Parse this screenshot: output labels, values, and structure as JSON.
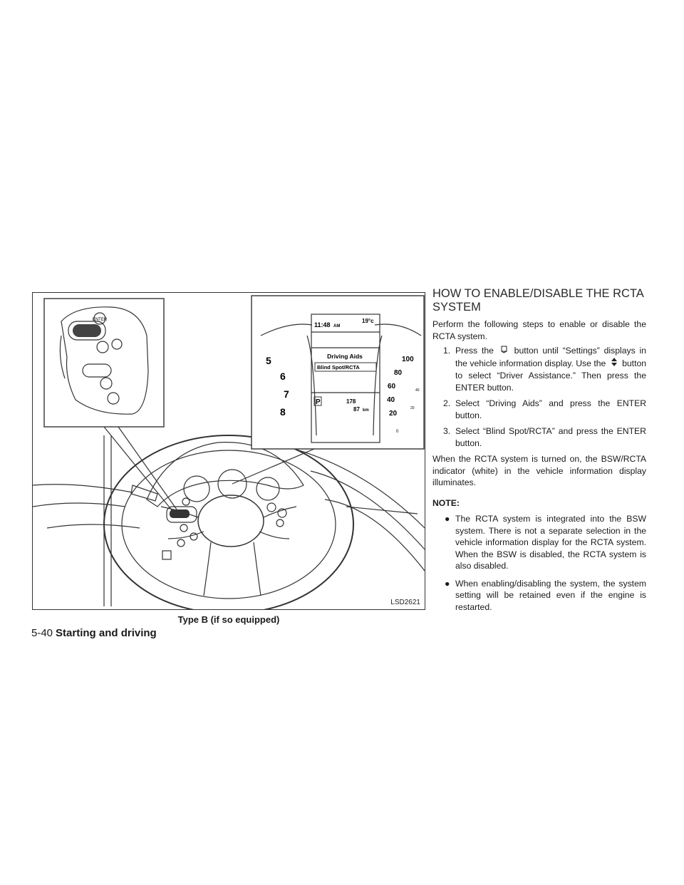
{
  "figure": {
    "code": "LSD2621",
    "caption": "Type B (if so equipped)",
    "display": {
      "time": "11:48",
      "ampm": "AM",
      "temp": "19°c",
      "menu_title": "Driving Aids",
      "menu_item": "Blind Spot/RCTA",
      "gear": "P",
      "odo": "178",
      "range": "87",
      "range_unit": "km",
      "tach": [
        "5",
        "6",
        "7",
        "8"
      ],
      "speed": [
        "100",
        "80",
        "60",
        "40",
        "20"
      ],
      "speed_small": [
        "40",
        "20",
        "0"
      ],
      "controller_label": "ENTER"
    }
  },
  "heading": "HOW TO ENABLE/DISABLE THE RCTA SYSTEM",
  "intro": "Perform the following steps to enable or disable the RCTA system.",
  "steps": [
    {
      "num": "1.",
      "a": "Press the",
      "icon1": "settings-button-icon",
      "b": "button until “Settings” displays in the vehicle information display. Use the",
      "icon2": "up-down-arrow-icon",
      "c": "button to select “Driver Assistance.” Then press the ENTER button."
    },
    {
      "num": "2.",
      "text": "Select “Driving Aids” and press the ENTER button."
    },
    {
      "num": "3.",
      "text": "Select “Blind Spot/RCTA” and press the ENTER button."
    }
  ],
  "after_steps": "When the RCTA system is turned on, the BSW/RCTA indicator (white) in the vehicle information display illuminates.",
  "note_title": "NOTE:",
  "notes": [
    "The RCTA system is integrated into the BSW system. There is not a separate selection in the vehicle information display for the RCTA system. When the BSW is disabled, the RCTA system is also disabled.",
    "When enabling/disabling the system, the system setting will be retained even if the engine is restarted."
  ],
  "bullet_symbol": "●",
  "footer": {
    "page": "5-40",
    "section": "Starting and driving"
  }
}
